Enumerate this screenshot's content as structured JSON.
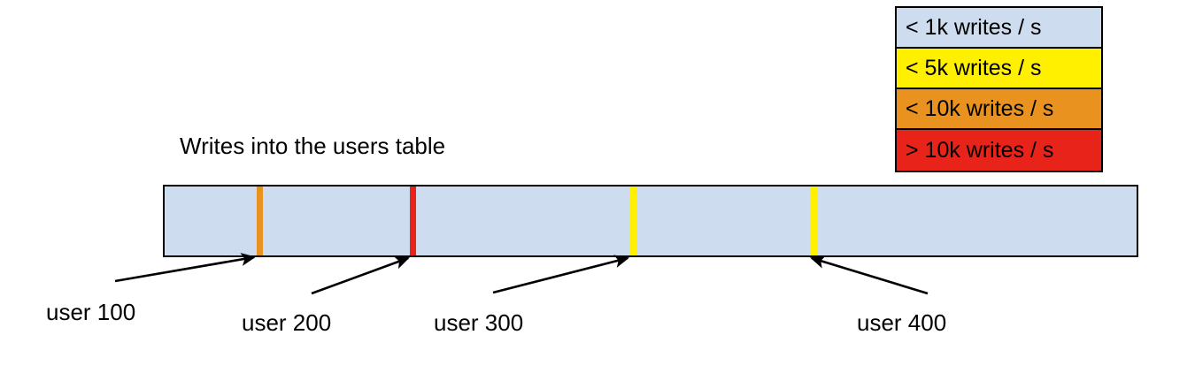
{
  "chart_data": {
    "type": "bar",
    "title": "Writes into the users table",
    "xlabel": "",
    "ylabel": "",
    "description": "Single horizontal range bar representing the users table keyspace, with colored partition boundary markers at user 100, user 200, user 300 and user 400.",
    "bar": {
      "fill_color": "#cedcf0",
      "border_color": "#000000",
      "base_category": "< 1k writes / s"
    },
    "categories": [
      "user 100",
      "user 200",
      "user 300",
      "user 400"
    ],
    "markers": [
      {
        "label": "user 100",
        "color": "#ea921f",
        "category": "< 10k writes / s",
        "position_pct": 9.4
      },
      {
        "label": "user 200",
        "color": "#e8241a",
        "category": "> 10k writes / s",
        "position_pct": 25.2
      },
      {
        "label": "user 300",
        "color": "#fff000",
        "category": "< 5k writes / s",
        "position_pct": 47.7
      },
      {
        "label": "user 400",
        "color": "#fff000",
        "category": "< 5k writes / s",
        "position_pct": 66.2
      }
    ],
    "legend": {
      "position": "top-right",
      "entries": [
        {
          "label": "< 1k writes / s",
          "color": "#cedcf0"
        },
        {
          "label": "< 5k writes / s",
          "color": "#fff000"
        },
        {
          "label": "< 10k writes / s",
          "color": "#ea921f"
        },
        {
          "label": "> 10k writes / s",
          "color": "#e8241a"
        }
      ]
    }
  },
  "legend": {
    "entries": [
      {
        "label": "< 1k writes / s"
      },
      {
        "label": "< 5k writes / s"
      },
      {
        "label": "< 10k writes / s"
      },
      {
        "label": "> 10k writes / s"
      }
    ]
  },
  "title": "Writes into the users table",
  "callouts": [
    {
      "label": "user 100"
    },
    {
      "label": "user 200"
    },
    {
      "label": "user 300"
    },
    {
      "label": "user 400"
    }
  ]
}
